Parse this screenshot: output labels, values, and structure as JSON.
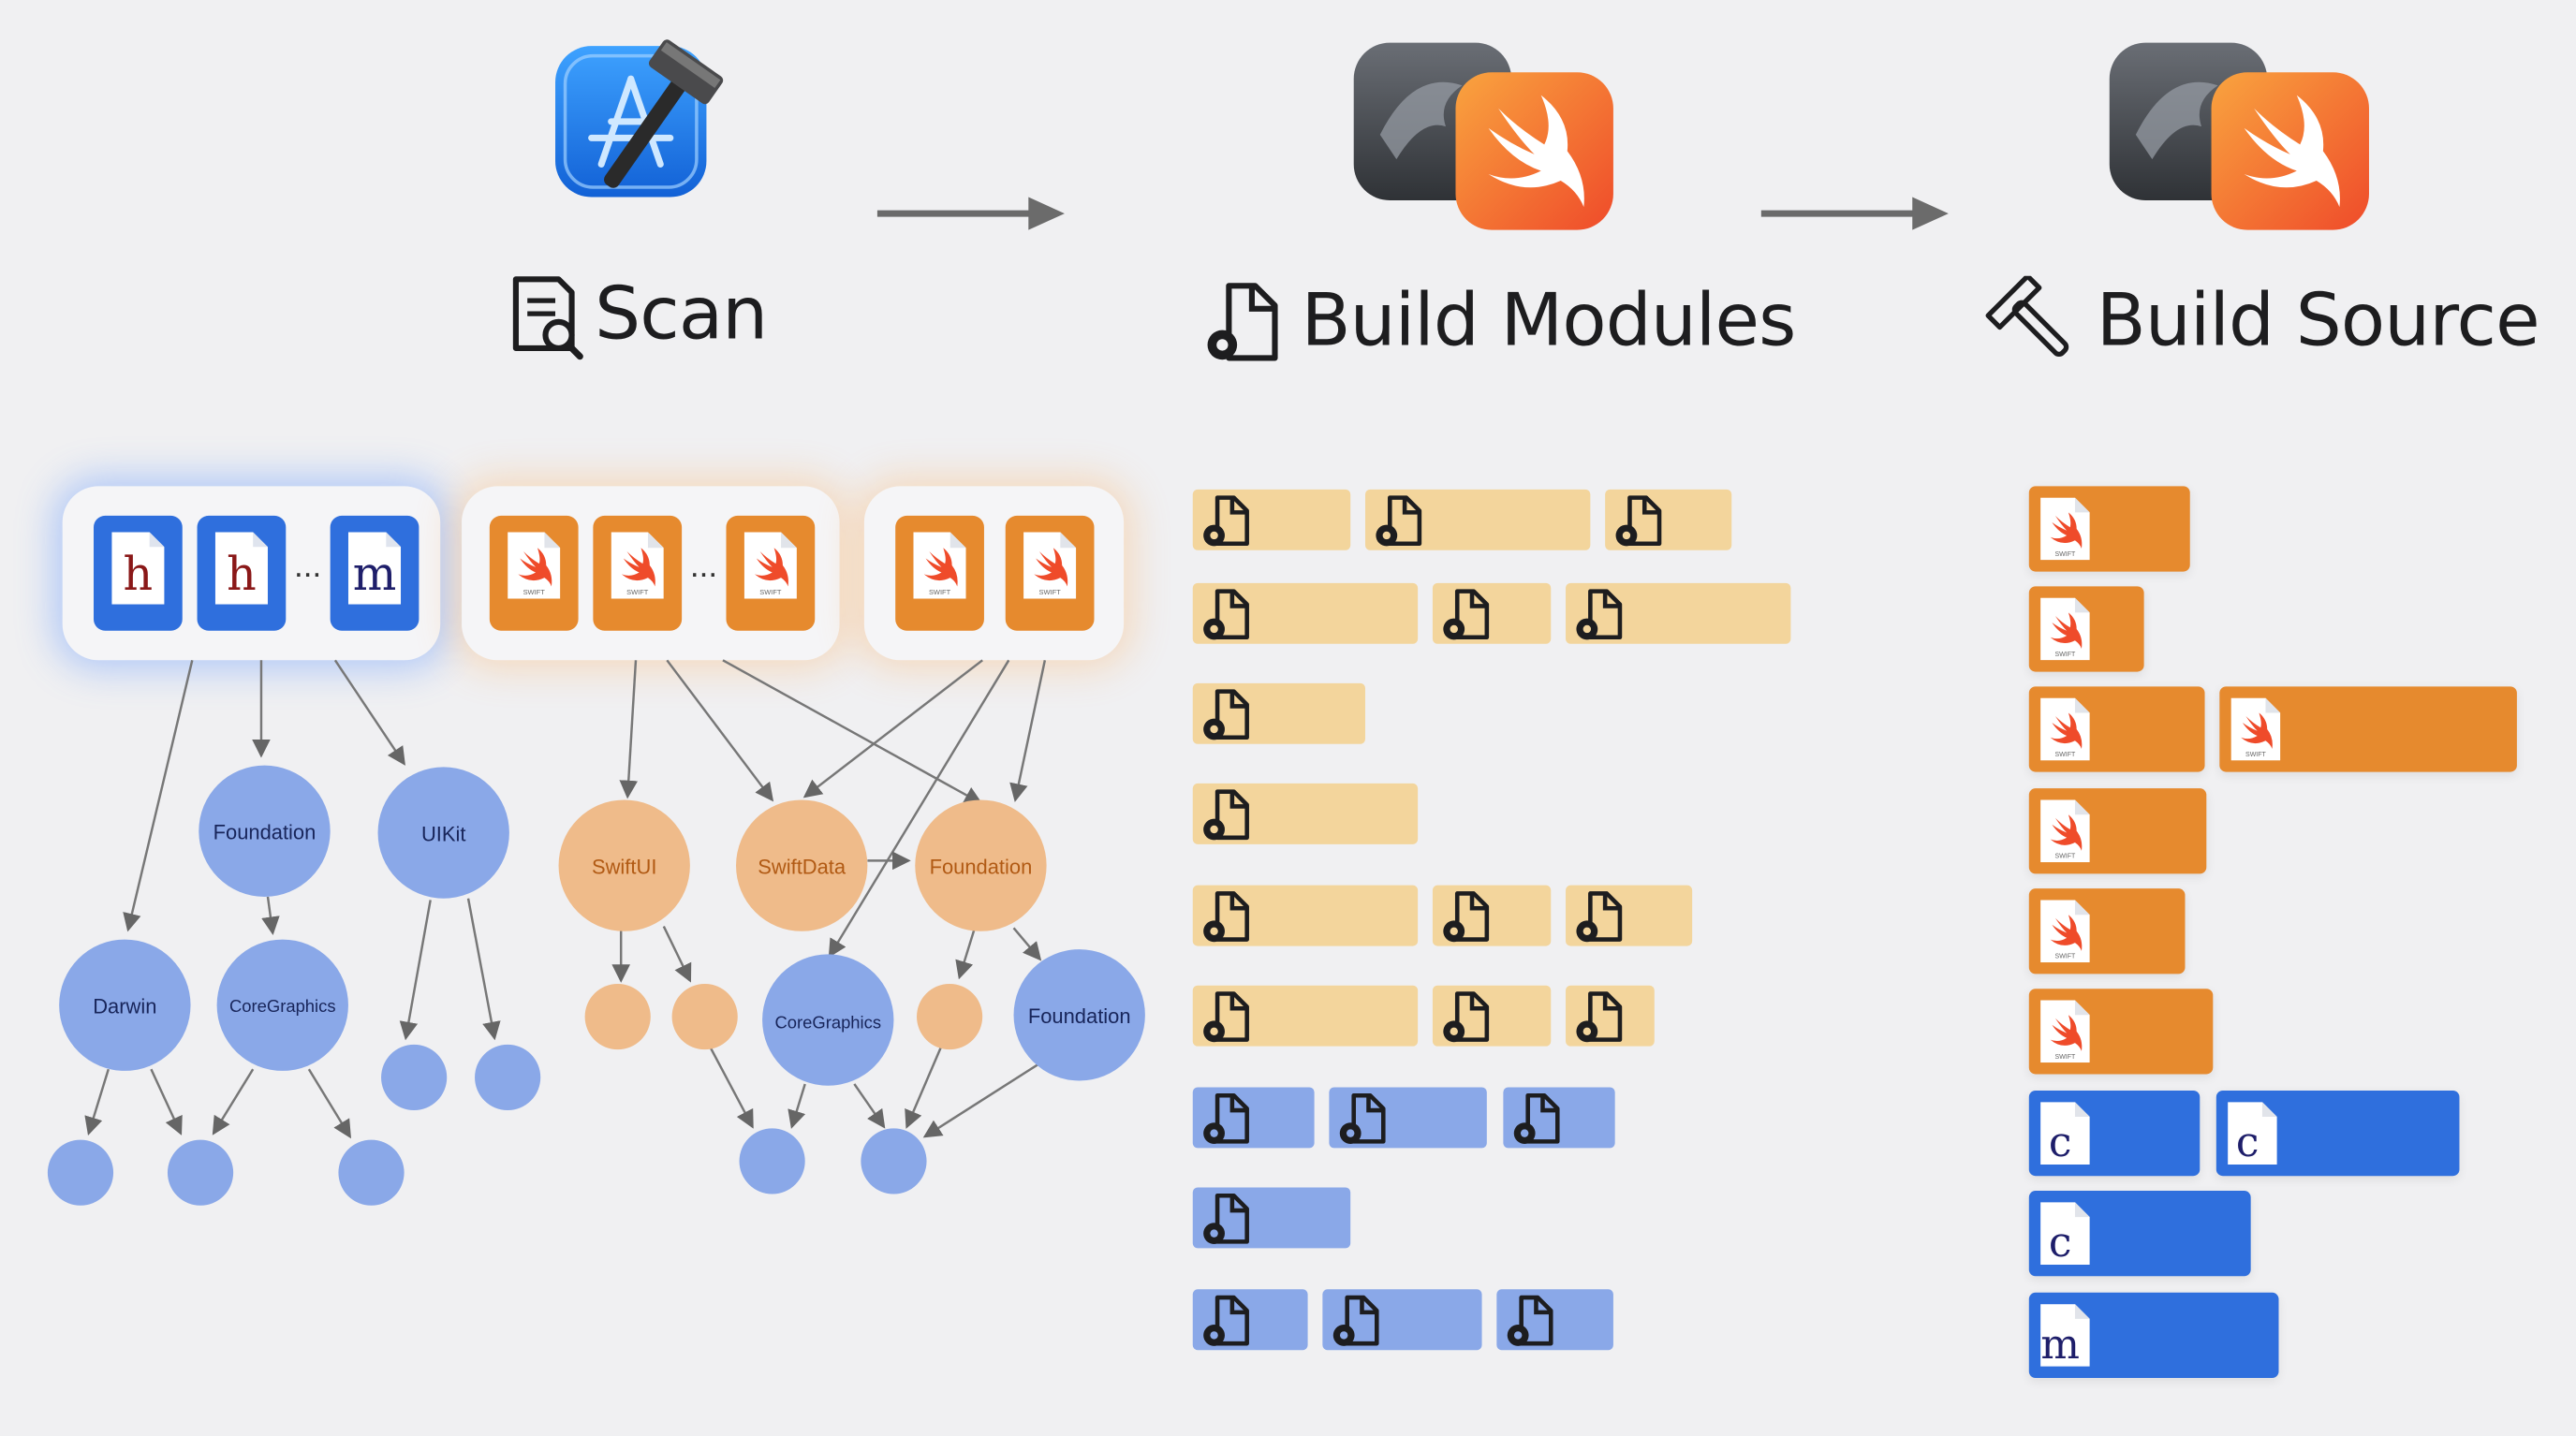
{
  "stages": {
    "scan": "Scan",
    "build_modules": "Build Modules",
    "build_source": "Build Source"
  },
  "graph": {
    "nodes": {
      "foundation_objc": "Foundation",
      "uikit": "UIKit",
      "darwin": "Darwin",
      "coregraphics_objc": "CoreGraphics",
      "swiftui": "SwiftUI",
      "swiftdata": "SwiftData",
      "foundation_swift": "Foundation",
      "coregraphics_swift": "CoreGraphics",
      "foundation_swift2": "Foundation"
    }
  },
  "headers": {
    "letters": [
      "h",
      "h",
      "m"
    ],
    "ellipsis": "..."
  },
  "swift_tile_label": "SWIFT",
  "source_letters": [
    "c",
    "c",
    "c",
    "m"
  ],
  "colors": {
    "clang_module": "#8aa8e8",
    "swift_module": "#f3d59c",
    "swift_source": "#e68a2e",
    "c_source": "#2f6fdd"
  }
}
